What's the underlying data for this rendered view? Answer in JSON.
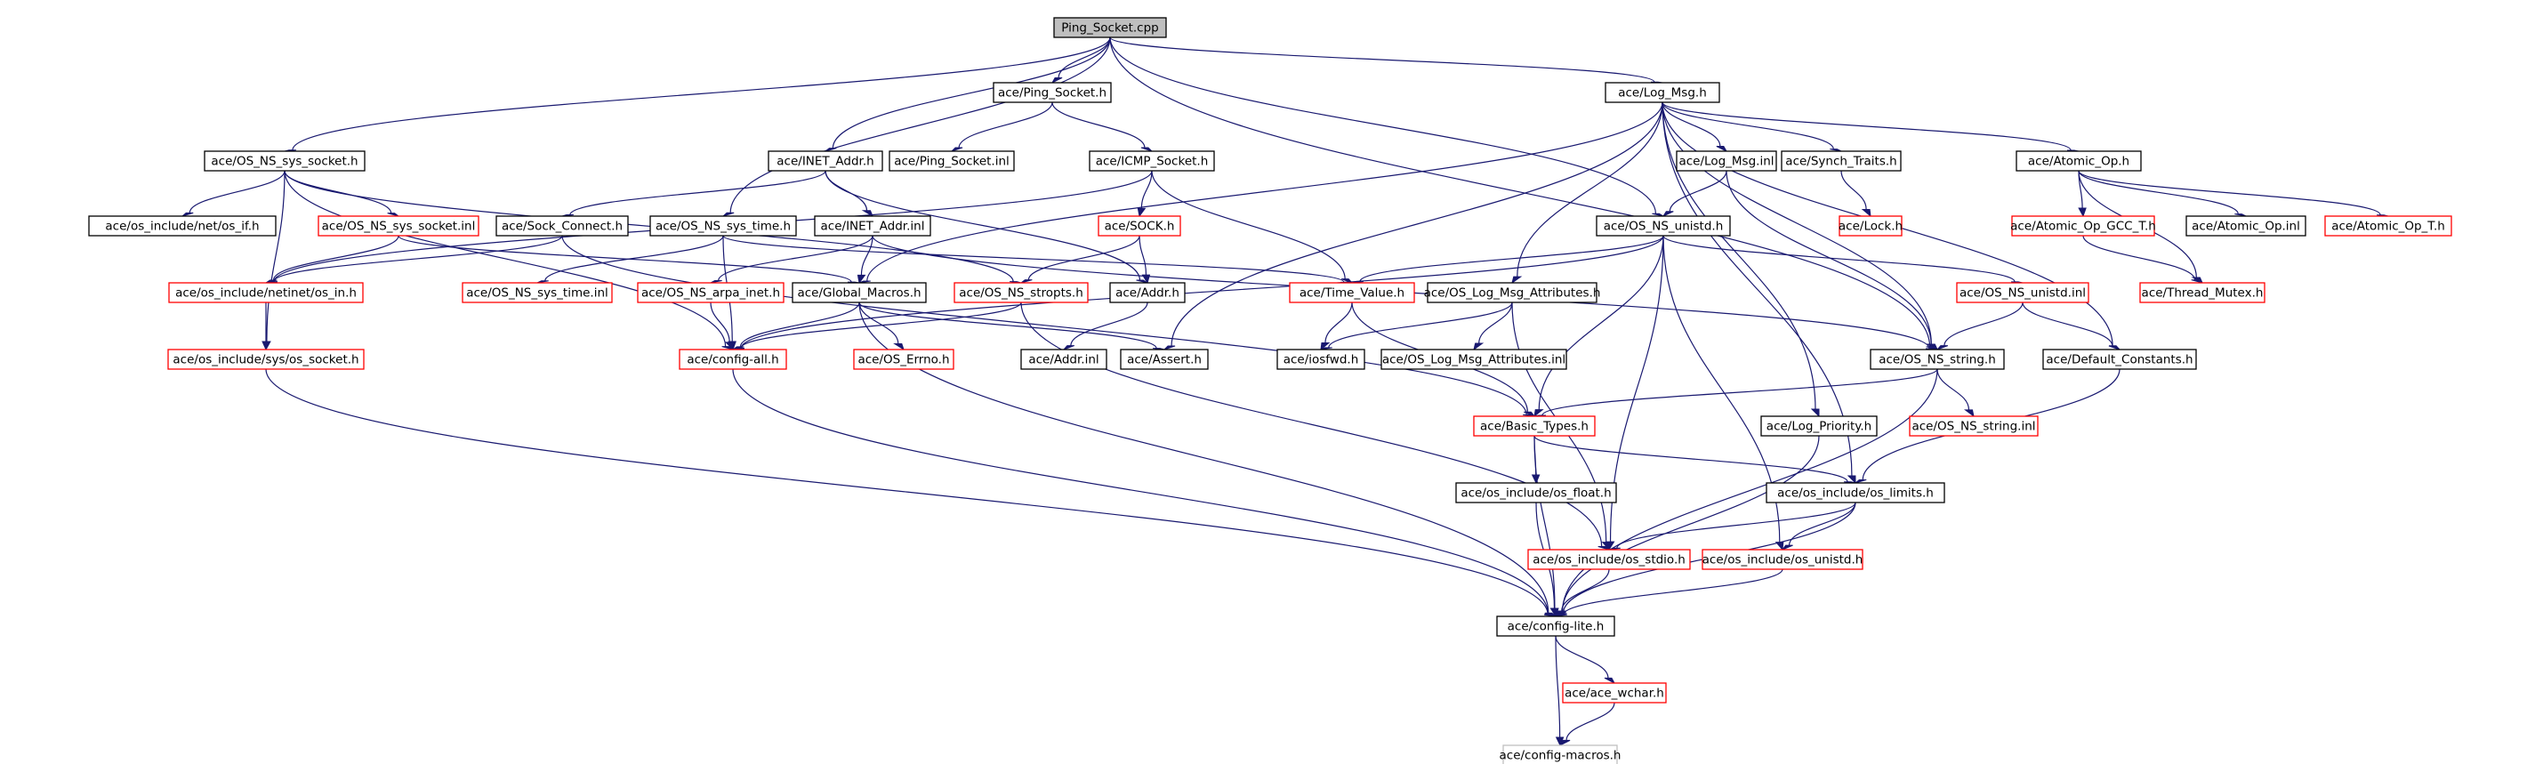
{
  "colors": {
    "edge": "#191970",
    "border_normal": "#000000",
    "border_red": "#ff0000",
    "border_gray": "#bfbfbf",
    "fill_root": "#bfbfbf",
    "fill_node": "#ffffff"
  },
  "nodes": [
    {
      "id": "n0",
      "label": "Ping_Socket.cpp",
      "style": "root"
    },
    {
      "id": "n1",
      "label": "ace/Ping_Socket.h",
      "style": "normal"
    },
    {
      "id": "n2",
      "label": "ace/Log_Msg.h",
      "style": "normal"
    },
    {
      "id": "n3",
      "label": "ace/OS_NS_sys_socket.h",
      "style": "normal"
    },
    {
      "id": "n4",
      "label": "ace/INET_Addr.h",
      "style": "normal"
    },
    {
      "id": "n5",
      "label": "ace/Ping_Socket.inl",
      "style": "normal"
    },
    {
      "id": "n6",
      "label": "ace/ICMP_Socket.h",
      "style": "normal"
    },
    {
      "id": "n7",
      "label": "ace/Log_Msg.inl",
      "style": "normal"
    },
    {
      "id": "n8",
      "label": "ace/Synch_Traits.h",
      "style": "normal"
    },
    {
      "id": "n9",
      "label": "ace/Atomic_Op.h",
      "style": "normal"
    },
    {
      "id": "n10",
      "label": "ace/os_include/net/os_if.h",
      "style": "normal"
    },
    {
      "id": "n11",
      "label": "ace/OS_NS_sys_socket.inl",
      "style": "red"
    },
    {
      "id": "n12",
      "label": "ace/Sock_Connect.h",
      "style": "normal"
    },
    {
      "id": "n13",
      "label": "ace/OS_NS_sys_time.h",
      "style": "normal"
    },
    {
      "id": "n14",
      "label": "ace/INET_Addr.inl",
      "style": "normal"
    },
    {
      "id": "n15",
      "label": "ace/SOCK.h",
      "style": "red"
    },
    {
      "id": "n16",
      "label": "ace/OS_NS_unistd.h",
      "style": "normal"
    },
    {
      "id": "n17",
      "label": "ace/Lock.h",
      "style": "red"
    },
    {
      "id": "n18",
      "label": "ace/Atomic_Op_GCC_T.h",
      "style": "red"
    },
    {
      "id": "n19",
      "label": "ace/Atomic_Op.inl",
      "style": "normal"
    },
    {
      "id": "n20",
      "label": "ace/Atomic_Op_T.h",
      "style": "red"
    },
    {
      "id": "n21",
      "label": "ace/os_include/netinet/os_in.h",
      "style": "red"
    },
    {
      "id": "n22",
      "label": "ace/OS_NS_sys_time.inl",
      "style": "red"
    },
    {
      "id": "n23",
      "label": "ace/OS_NS_arpa_inet.h",
      "style": "red"
    },
    {
      "id": "n24",
      "label": "ace/Global_Macros.h",
      "style": "normal"
    },
    {
      "id": "n25",
      "label": "ace/OS_NS_stropts.h",
      "style": "red"
    },
    {
      "id": "n26",
      "label": "ace/Addr.h",
      "style": "normal"
    },
    {
      "id": "n27",
      "label": "ace/Time_Value.h",
      "style": "red"
    },
    {
      "id": "n28",
      "label": "ace/OS_Log_Msg_Attributes.h",
      "style": "normal"
    },
    {
      "id": "n29",
      "label": "ace/OS_NS_unistd.inl",
      "style": "red"
    },
    {
      "id": "n30",
      "label": "ace/Thread_Mutex.h",
      "style": "red"
    },
    {
      "id": "n31",
      "label": "ace/os_include/sys/os_socket.h",
      "style": "red"
    },
    {
      "id": "n32",
      "label": "ace/config-all.h",
      "style": "red"
    },
    {
      "id": "n33",
      "label": "ace/OS_Errno.h",
      "style": "red"
    },
    {
      "id": "n34",
      "label": "ace/Addr.inl",
      "style": "normal"
    },
    {
      "id": "n35",
      "label": "ace/Assert.h",
      "style": "normal"
    },
    {
      "id": "n36",
      "label": "ace/iosfwd.h",
      "style": "normal"
    },
    {
      "id": "n37",
      "label": "ace/OS_Log_Msg_Attributes.inl",
      "style": "normal"
    },
    {
      "id": "n38",
      "label": "ace/OS_NS_string.h",
      "style": "normal"
    },
    {
      "id": "n39",
      "label": "ace/Default_Constants.h",
      "style": "normal"
    },
    {
      "id": "n40",
      "label": "ace/Basic_Types.h",
      "style": "red"
    },
    {
      "id": "n41",
      "label": "ace/Log_Priority.h",
      "style": "normal"
    },
    {
      "id": "n42",
      "label": "ace/OS_NS_string.inl",
      "style": "red"
    },
    {
      "id": "n43",
      "label": "ace/os_include/os_float.h",
      "style": "normal"
    },
    {
      "id": "n44",
      "label": "ace/os_include/os_limits.h",
      "style": "normal"
    },
    {
      "id": "n45",
      "label": "ace/os_include/os_stdio.h",
      "style": "red"
    },
    {
      "id": "n46",
      "label": "ace/os_include/os_unistd.h",
      "style": "red"
    },
    {
      "id": "n47",
      "label": "ace/config-lite.h",
      "style": "normal"
    },
    {
      "id": "n48",
      "label": "ace/ace_wchar.h",
      "style": "red"
    },
    {
      "id": "n49",
      "label": "ace/config-macros.h",
      "style": "gray"
    }
  ],
  "edges": [
    [
      "n0",
      "n1"
    ],
    [
      "n0",
      "n2"
    ],
    [
      "n0",
      "n3"
    ],
    [
      "n0",
      "n4"
    ],
    [
      "n0",
      "n13"
    ],
    [
      "n0",
      "n16"
    ],
    [
      "n0",
      "n38"
    ],
    [
      "n1",
      "n5"
    ],
    [
      "n1",
      "n6"
    ],
    [
      "n2",
      "n7"
    ],
    [
      "n2",
      "n8"
    ],
    [
      "n2",
      "n9"
    ],
    [
      "n2",
      "n24"
    ],
    [
      "n2",
      "n35"
    ],
    [
      "n2",
      "n28"
    ],
    [
      "n2",
      "n41"
    ],
    [
      "n2",
      "n38"
    ],
    [
      "n2",
      "n39"
    ],
    [
      "n2",
      "n44"
    ],
    [
      "n3",
      "n10"
    ],
    [
      "n3",
      "n11"
    ],
    [
      "n3",
      "n32"
    ],
    [
      "n3",
      "n31"
    ],
    [
      "n3",
      "n25"
    ],
    [
      "n4",
      "n14"
    ],
    [
      "n4",
      "n12"
    ],
    [
      "n4",
      "n26"
    ],
    [
      "n6",
      "n15"
    ],
    [
      "n6",
      "n27"
    ],
    [
      "n6",
      "n21"
    ],
    [
      "n7",
      "n16"
    ],
    [
      "n7",
      "n38"
    ],
    [
      "n8",
      "n17"
    ],
    [
      "n9",
      "n18"
    ],
    [
      "n9",
      "n19"
    ],
    [
      "n9",
      "n20"
    ],
    [
      "n9",
      "n30"
    ],
    [
      "n11",
      "n21"
    ],
    [
      "n11",
      "n24"
    ],
    [
      "n12",
      "n21"
    ],
    [
      "n12",
      "n40"
    ],
    [
      "n13",
      "n22"
    ],
    [
      "n13",
      "n27"
    ],
    [
      "n13",
      "n32"
    ],
    [
      "n14",
      "n23"
    ],
    [
      "n14",
      "n24"
    ],
    [
      "n14",
      "n38"
    ],
    [
      "n15",
      "n25"
    ],
    [
      "n15",
      "n26"
    ],
    [
      "n16",
      "n27"
    ],
    [
      "n16",
      "n29"
    ],
    [
      "n16",
      "n32"
    ],
    [
      "n16",
      "n40"
    ],
    [
      "n16",
      "n45"
    ],
    [
      "n16",
      "n46"
    ],
    [
      "n18",
      "n30"
    ],
    [
      "n21",
      "n31"
    ],
    [
      "n23",
      "n32"
    ],
    [
      "n24",
      "n32"
    ],
    [
      "n24",
      "n33"
    ],
    [
      "n24",
      "n35"
    ],
    [
      "n24",
      "n47"
    ],
    [
      "n25",
      "n32"
    ],
    [
      "n25",
      "n45"
    ],
    [
      "n26",
      "n34"
    ],
    [
      "n27",
      "n36"
    ],
    [
      "n27",
      "n40"
    ],
    [
      "n28",
      "n36"
    ],
    [
      "n28",
      "n37"
    ],
    [
      "n28",
      "n45"
    ],
    [
      "n29",
      "n38"
    ],
    [
      "n29",
      "n39"
    ],
    [
      "n31",
      "n47"
    ],
    [
      "n32",
      "n47"
    ],
    [
      "n38",
      "n40"
    ],
    [
      "n38",
      "n42"
    ],
    [
      "n38",
      "n47"
    ],
    [
      "n39",
      "n44"
    ],
    [
      "n40",
      "n43"
    ],
    [
      "n40",
      "n44"
    ],
    [
      "n40",
      "n47"
    ],
    [
      "n41",
      "n47"
    ],
    [
      "n43",
      "n47"
    ],
    [
      "n44",
      "n45"
    ],
    [
      "n44",
      "n46"
    ],
    [
      "n44",
      "n47"
    ],
    [
      "n45",
      "n47"
    ],
    [
      "n46",
      "n47"
    ],
    [
      "n47",
      "n48"
    ],
    [
      "n47",
      "n49"
    ],
    [
      "n48",
      "n49"
    ]
  ]
}
